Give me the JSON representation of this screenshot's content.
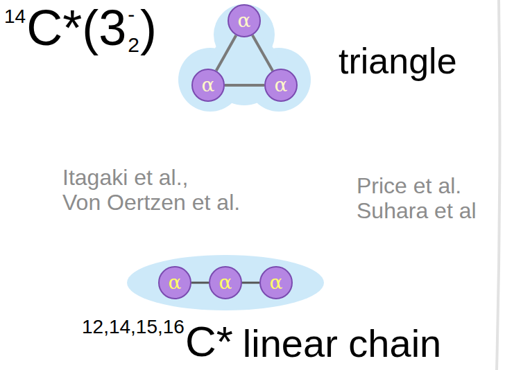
{
  "diagram": {
    "nodes": [
      {
        "text": [
          "α"
        ]
      },
      {
        "text": [
          "α"
        ]
      },
      {
        "text": [
          "α"
        ]
      },
      {
        "text": [
          "α"
        ]
      },
      {
        "text": [
          "α"
        ]
      },
      {
        "text": [
          "α"
        ]
      }
    ],
    "edges": [
      {
        "from": 0,
        "to": 1,
        "arrow": "none"
      },
      {
        "from": 0,
        "to": 2,
        "arrow": "none"
      },
      {
        "from": 1,
        "to": 2,
        "arrow": "none"
      },
      {
        "from": 3,
        "to": 4,
        "arrow": "none"
      },
      {
        "from": 4,
        "to": 5,
        "arrow": "none"
      }
    ],
    "labels": [
      "14",
      "C*(3",
      "-",
      "2",
      ")",
      "triangle",
      "Itagaki et al.,",
      "Von Oertzen et al.",
      "Price et al.",
      "Suhara et al",
      "12,14,15,16",
      "C*",
      "linear chain"
    ]
  }
}
